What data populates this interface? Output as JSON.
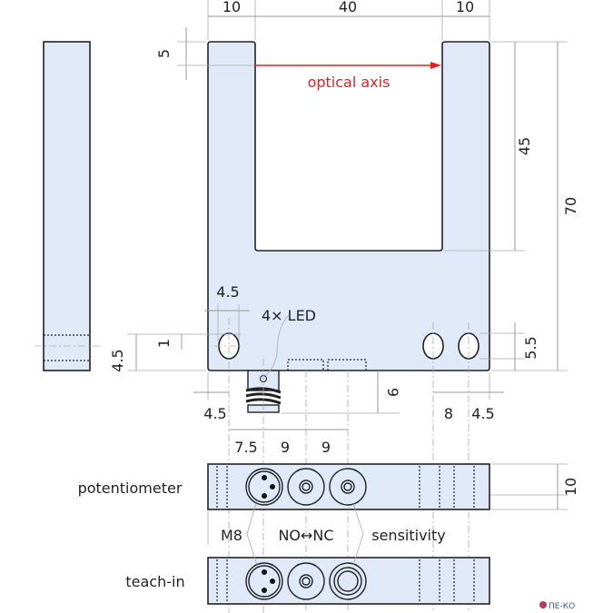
{
  "dimensions": {
    "top_left_arm": "10",
    "slot_width": "40",
    "top_right_arm": "10",
    "axis_offset": "5",
    "slot_depth": "45",
    "total_height": "70",
    "hole_width": "4.5",
    "hole_offset_small": "1",
    "hole_height_left": "4.5",
    "hole_height_right": "5.5",
    "left_edge": "4.5",
    "connector_offset": "7.5",
    "pitch_1": "9",
    "pitch_2": "9",
    "connector_length": "9",
    "right_hole_pitch": "8",
    "right_edge": "4.5",
    "thickness": "10"
  },
  "labels": {
    "optical_axis": "optical axis",
    "led": "4× LED",
    "potentiometer": "potentiometer",
    "teach_in": "teach-in",
    "m8": "M8",
    "no_nc": "NO↔NC",
    "sensitivity": "sensitivity"
  },
  "watermark": "ПЕ-КО",
  "colors": {
    "body": "#dfe9f8",
    "axis": "#e02020"
  }
}
